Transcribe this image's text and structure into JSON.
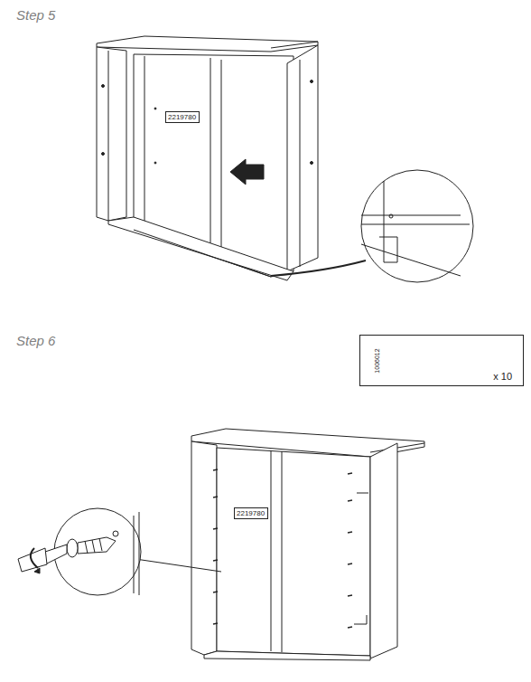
{
  "diagram": {
    "nodes": [
      {
        "text": [
          "2219780"
        ]
      },
      {
        "text": [
          "1006012",
          "x 10"
        ]
      },
      {
        "text": [
          "2219780"
        ]
      }
    ],
    "labels": [
      "Step 5",
      "Step 6"
    ]
  }
}
